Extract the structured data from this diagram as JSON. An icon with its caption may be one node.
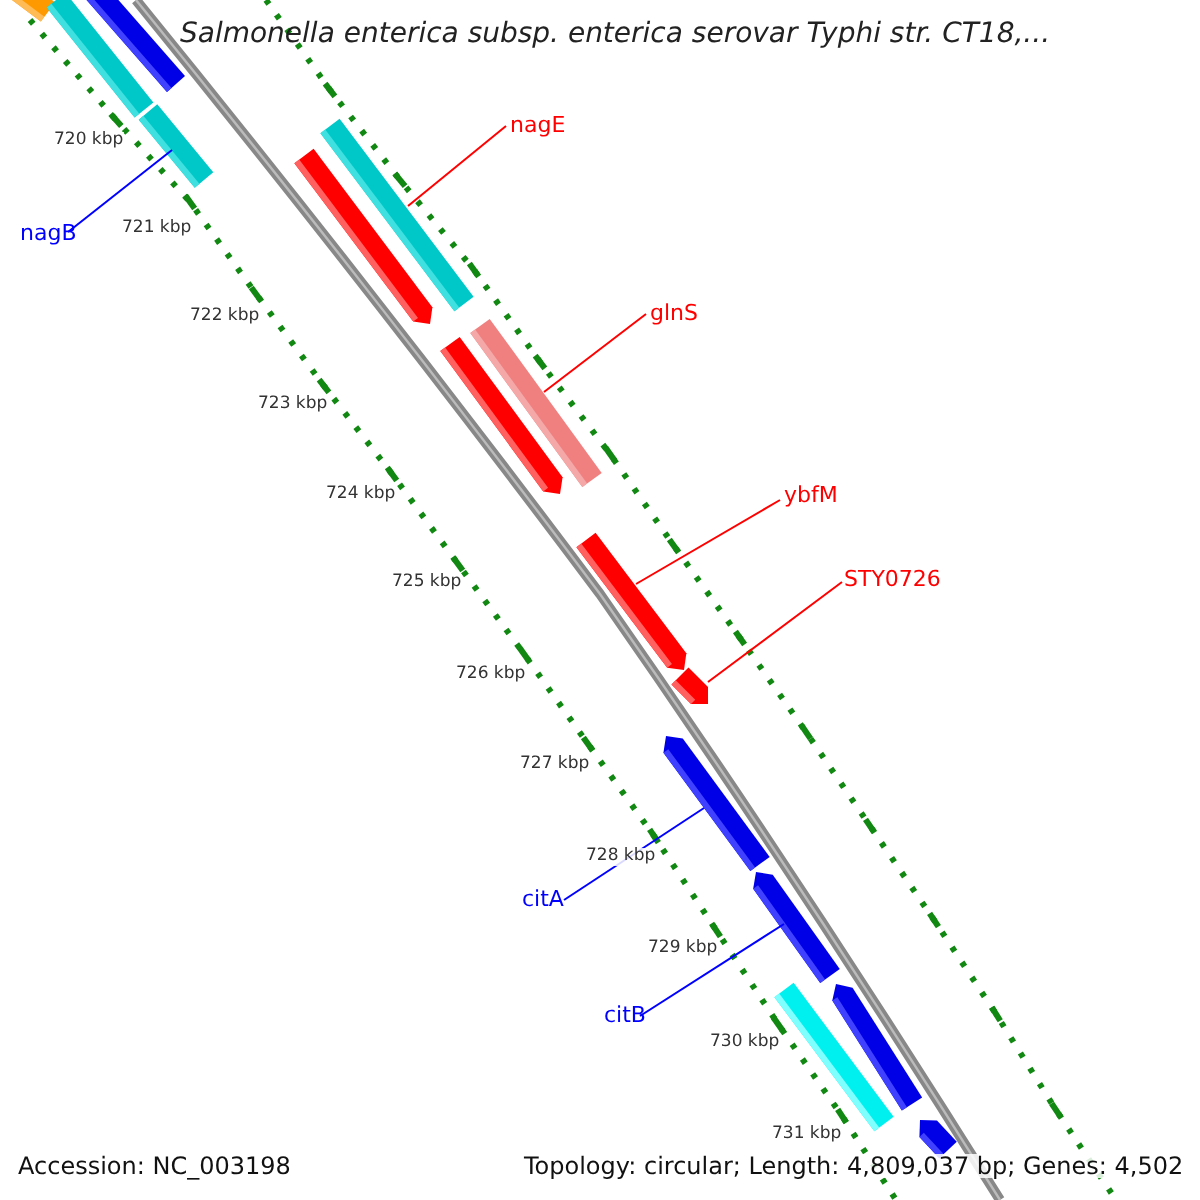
{
  "diagram": {
    "title": "Salmonella enterica subsp. enterica serovar Typhi str. CT18,...",
    "nodes": [
      {
        "text": [
          "nagE"
        ]
      },
      {
        "text": [
          "nagB"
        ]
      },
      {
        "text": [
          "glnS"
        ]
      },
      {
        "text": [
          "ybfM"
        ]
      },
      {
        "text": [
          "STY0726"
        ]
      },
      {
        "text": [
          "citA"
        ]
      },
      {
        "text": [
          "citB"
        ]
      },
      {
        "text": [],
        "shape": "bar"
      },
      {
        "text": [],
        "shape": "bar"
      },
      {
        "text": [],
        "shape": "bar"
      },
      {
        "text": [],
        "shape": "bar"
      },
      {
        "text": [],
        "shape": "bar"
      },
      {
        "text": [],
        "shape": "bar"
      },
      {
        "text": [],
        "shape": "bar"
      },
      {
        "text": [],
        "shape": "bar"
      },
      {
        "text": [],
        "shape": "bar"
      },
      {
        "text": [],
        "shape": "bar"
      },
      {
        "text": [],
        "shape": "bar"
      },
      {
        "text": [],
        "shape": "bar"
      },
      {
        "text": [],
        "shape": "bar"
      },
      {
        "text": [],
        "shape": "bar"
      },
      {
        "text": [],
        "shape": "bar"
      }
    ],
    "edges": [
      {
        "from": 0,
        "to": 11,
        "arrow": "none"
      },
      {
        "from": 1,
        "to": 10,
        "arrow": "none",
        "color": "#0000ff"
      },
      {
        "from": 2,
        "to": 13,
        "arrow": "none"
      },
      {
        "from": 3,
        "to": 15,
        "arrow": "none"
      },
      {
        "from": 4,
        "to": 16,
        "arrow": "none"
      },
      {
        "from": 5,
        "to": 17,
        "arrow": "none",
        "color": "#0000ff"
      },
      {
        "from": 6,
        "to": 18,
        "arrow": "none",
        "color": "#0000ff"
      }
    ],
    "labels": [
      "720 kbp",
      "721 kbp",
      "722 kbp",
      "723 kbp",
      "724 kbp",
      "725 kbp",
      "726 kbp",
      "727 kbp",
      "728 kbp",
      "729 kbp",
      "730 kbp",
      "731 kbp",
      "Accession: NC_003198",
      "Topology: circular; Length: 4,809,037 bp; Genes: 4,502"
    ]
  }
}
